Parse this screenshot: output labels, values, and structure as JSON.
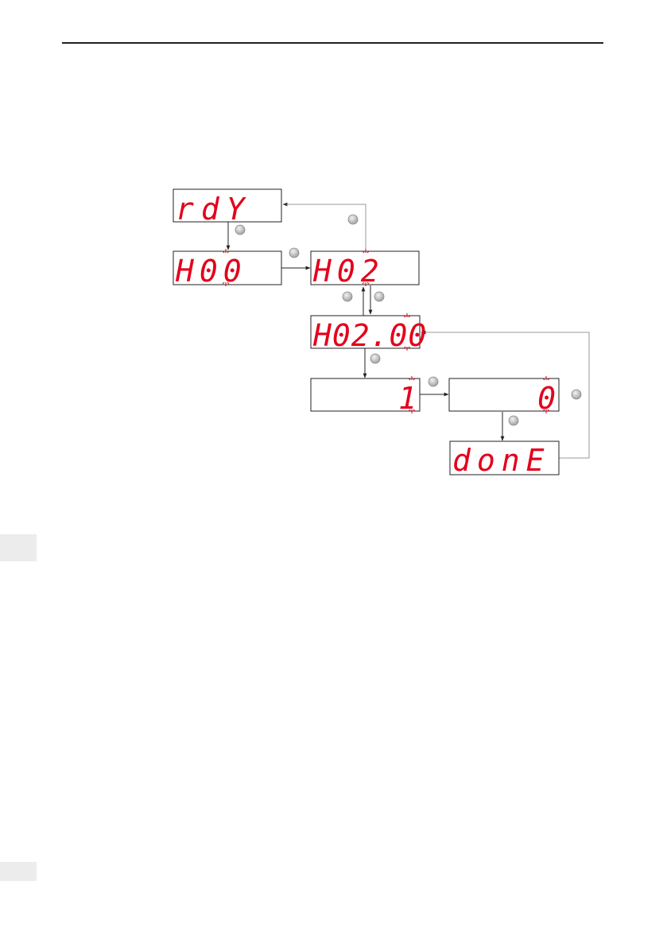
{
  "colors": {
    "segment": "#e3001b",
    "box_border": "#222222",
    "arrow": "#222222",
    "return_arrow": "#9a9a9a",
    "key": "#b8b8b8",
    "side_tab": "#ececec"
  },
  "displays": {
    "rdy": {
      "text": "rdY"
    },
    "h00": {
      "text": "H00"
    },
    "h02": {
      "text": "H02"
    },
    "h0200": {
      "text": "H02.00"
    },
    "val1": {
      "text": "1"
    },
    "val0": {
      "text": "0"
    },
    "done": {
      "text": "donE"
    }
  },
  "icons": {
    "key": "round-key-indicator-icon",
    "blink": "blinking-digit-icon"
  }
}
